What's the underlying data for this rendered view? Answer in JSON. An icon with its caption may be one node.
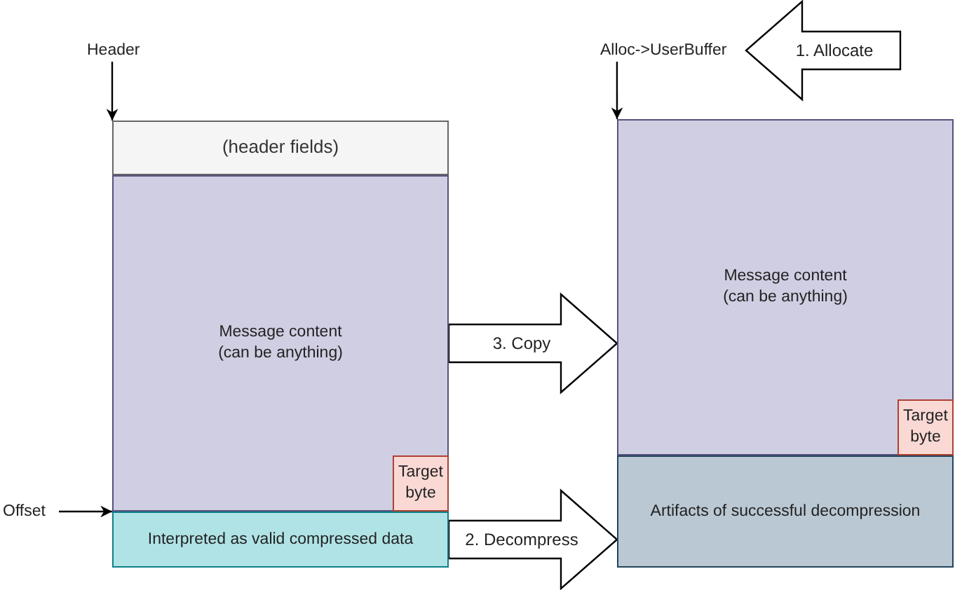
{
  "diagram": {
    "nodes": [
      {
        "text": [
          "Header"
        ]
      },
      {
        "text": [
          "(header fields)"
        ]
      },
      {
        "text": [
          "Message content (can be anything)"
        ]
      },
      {
        "text": [
          "Target byte"
        ],
        "in": 2
      },
      {
        "text": [
          "Interpreted as valid compressed data"
        ]
      },
      {
        "text": [
          "Offset"
        ]
      },
      {
        "text": [
          "Alloc->UserBuffer"
        ]
      },
      {
        "text": [
          "Message content (can be anything)"
        ]
      },
      {
        "text": [
          "Target byte"
        ],
        "in": 7
      },
      {
        "text": [
          "Artifacts of successful decompression"
        ]
      }
    ],
    "edges": [
      {
        "from": 0,
        "to": 1,
        "arrow": "to"
      },
      {
        "from": 5,
        "to": 4,
        "arrow": "to"
      },
      {
        "from": 6,
        "to": 7,
        "arrow": "to"
      },
      {
        "from": 2,
        "to": 7,
        "arrow": "to",
        "label": "3. Copy",
        "style": "thick"
      },
      {
        "from": 4,
        "to": 9,
        "arrow": "to",
        "label": "2. Decompress",
        "style": "thick"
      },
      {
        "from": null,
        "to": 6,
        "arrow": "to",
        "label": "1. Allocate",
        "style": "thick"
      }
    ]
  }
}
